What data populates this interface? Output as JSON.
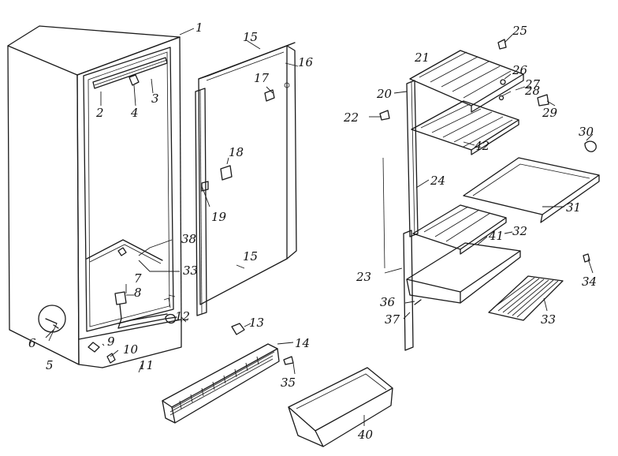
{
  "part_numbers": [
    "1",
    "2",
    "3",
    "4",
    "5",
    "6",
    "7",
    "8",
    "9",
    "10",
    "11",
    "12",
    "13",
    "14",
    "15",
    "15",
    "16",
    "17",
    "18",
    "19",
    "20",
    "21",
    "22",
    "23",
    "24",
    "25",
    "26",
    "27",
    "28",
    "29",
    "30",
    "31",
    "32",
    "33",
    "33",
    "34",
    "35",
    "36",
    "37",
    "38",
    "40",
    "41",
    "42"
  ]
}
